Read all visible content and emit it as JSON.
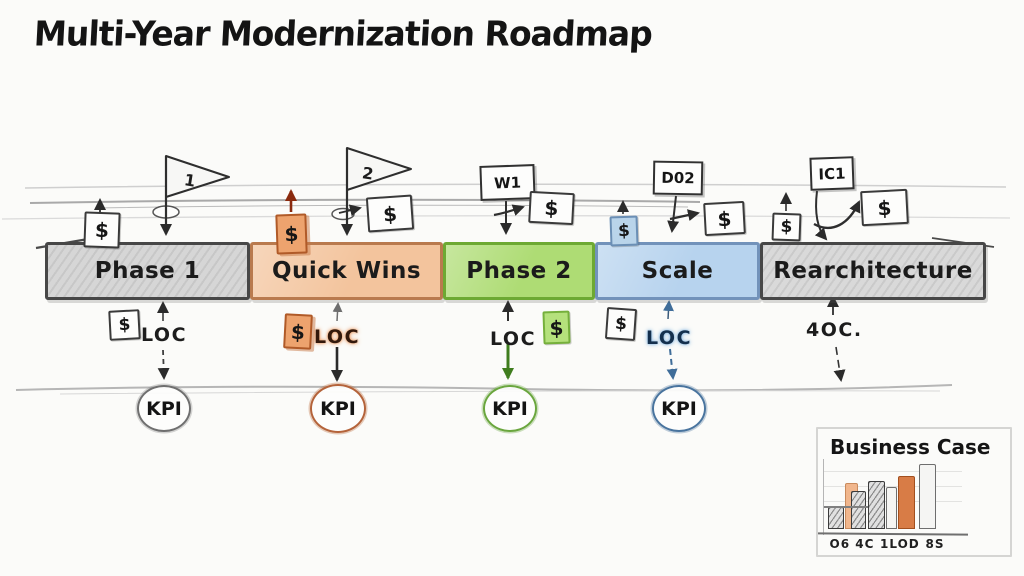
{
  "title": "Multi-Year Modernization Roadmap",
  "glyphs": {
    "dollar": "$"
  },
  "timeline": {
    "phases": [
      {
        "label": "Phase 1",
        "fill": "#d6d6d6",
        "border": "#474747"
      },
      {
        "label": "Quick Wins",
        "fill": "#f3c49d",
        "border": "#b97a4e"
      },
      {
        "label": "Phase 2",
        "fill": "#aedc74",
        "border": "#6da933"
      },
      {
        "label": "Scale",
        "fill": "#b7d3ee",
        "border": "#7292ba"
      },
      {
        "label": "Rearchitecture",
        "fill": "#d9d9d9",
        "border": "#474747"
      }
    ],
    "milestones": [
      {
        "type": "flag",
        "label": "1"
      },
      {
        "type": "flag",
        "label": "2"
      },
      {
        "type": "sign",
        "label": "W1"
      },
      {
        "type": "sign",
        "label": "D02"
      },
      {
        "type": "sign",
        "label": "IC1"
      }
    ]
  },
  "metrics": {
    "loc": "LOC",
    "loc_alt": "4OC.",
    "kpi": "KPI"
  },
  "business_case": {
    "title": "Business Case",
    "chart": {
      "type": "bar",
      "x_labels": [
        "O6 4C",
        "1LOD",
        "8S"
      ],
      "bars": [
        {
          "h": 22,
          "style": "hatch"
        },
        {
          "h": 46,
          "style": "peach"
        },
        {
          "h": 38,
          "style": "hatch"
        },
        {
          "h": 48,
          "style": "hatch"
        },
        {
          "h": 42,
          "style": "plain"
        },
        {
          "h": 53,
          "style": "orange"
        },
        {
          "h": 65,
          "style": "plain"
        }
      ]
    }
  }
}
